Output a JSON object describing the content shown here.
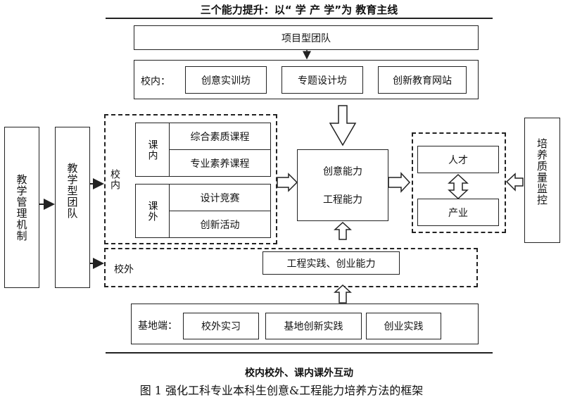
{
  "header": {
    "title": "三个能力提升：以“ 学 产 学”为  教育主线"
  },
  "project_team": {
    "label": "项目型团队"
  },
  "campus_row": {
    "label": "校内：",
    "items": [
      "创意实训坊",
      "专题设计坊",
      "创新教育网站"
    ]
  },
  "left": {
    "management": "教学管理机制",
    "teaching_team": "教学型团队"
  },
  "on_campus": {
    "label": "校内",
    "in_class": {
      "label": "课内",
      "items": [
        "综合素质课程",
        "专业素养课程"
      ]
    },
    "after_class": {
      "label": "课外",
      "items": [
        "设计竞赛",
        "创新活动"
      ]
    }
  },
  "abilities": {
    "line1": "创意能力",
    "line2": "工程能力"
  },
  "outcome": {
    "talent": "人才",
    "industry": "产业"
  },
  "quality_monitor": "培养质量监控",
  "off_campus": {
    "label": "校外",
    "practice": "工程实践、创业能力"
  },
  "base_row": {
    "label": "基地端：",
    "items": [
      "校外实习",
      "基地创新实践",
      "创业实践"
    ]
  },
  "footer": {
    "interaction": "校内校外、课内课外互动",
    "caption": "图 1 强化工科专业本科生创意&工程能力培养方法的框架"
  }
}
